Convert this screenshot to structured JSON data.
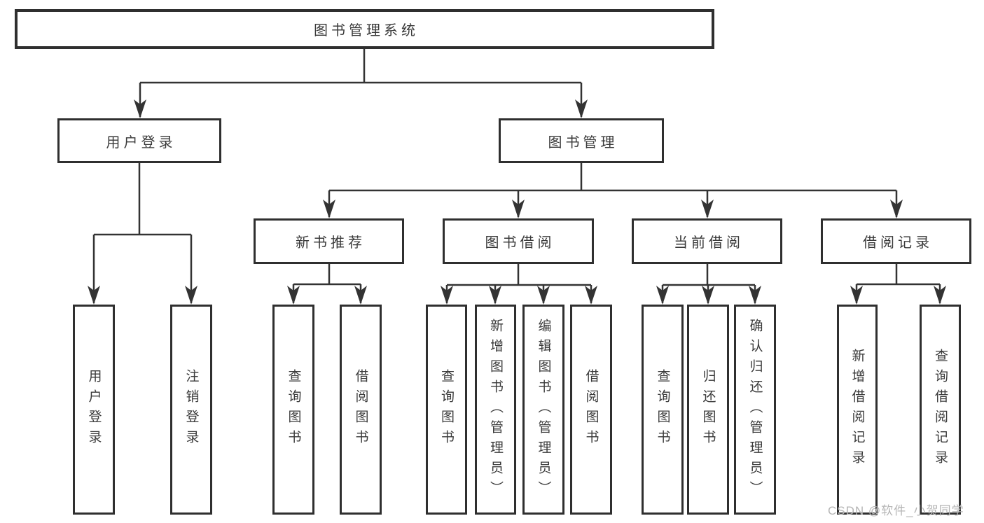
{
  "diagram": {
    "root": {
      "label": "图书管理系统"
    },
    "branches": [
      {
        "label": "用户登录",
        "children": [
          {
            "label": "用户登录"
          },
          {
            "label": "注销登录"
          }
        ]
      },
      {
        "label": "图书管理",
        "children": [
          {
            "label": "新书推荐",
            "children": [
              {
                "label": "查询图书"
              },
              {
                "label": "借阅图书"
              }
            ]
          },
          {
            "label": "图书借阅",
            "children": [
              {
                "label": "查询图书"
              },
              {
                "label": "新增图书（管理员）"
              },
              {
                "label": "编辑图书（管理员）"
              },
              {
                "label": "借阅图书"
              }
            ]
          },
          {
            "label": "当前借阅",
            "children": [
              {
                "label": "查询图书"
              },
              {
                "label": "归还图书"
              },
              {
                "label": "确认归还（管理员）"
              }
            ]
          },
          {
            "label": "借阅记录",
            "children": [
              {
                "label": "新增借阅记录"
              },
              {
                "label": "查询借阅记录"
              }
            ]
          }
        ]
      }
    ],
    "watermark": "CSDN @软件_小贺同学",
    "colors": {
      "line": "#333333",
      "border": "#2f2f2f",
      "text": "#3a3a3a",
      "watermark": "#b5b5b5",
      "background": "#ffffff"
    }
  }
}
